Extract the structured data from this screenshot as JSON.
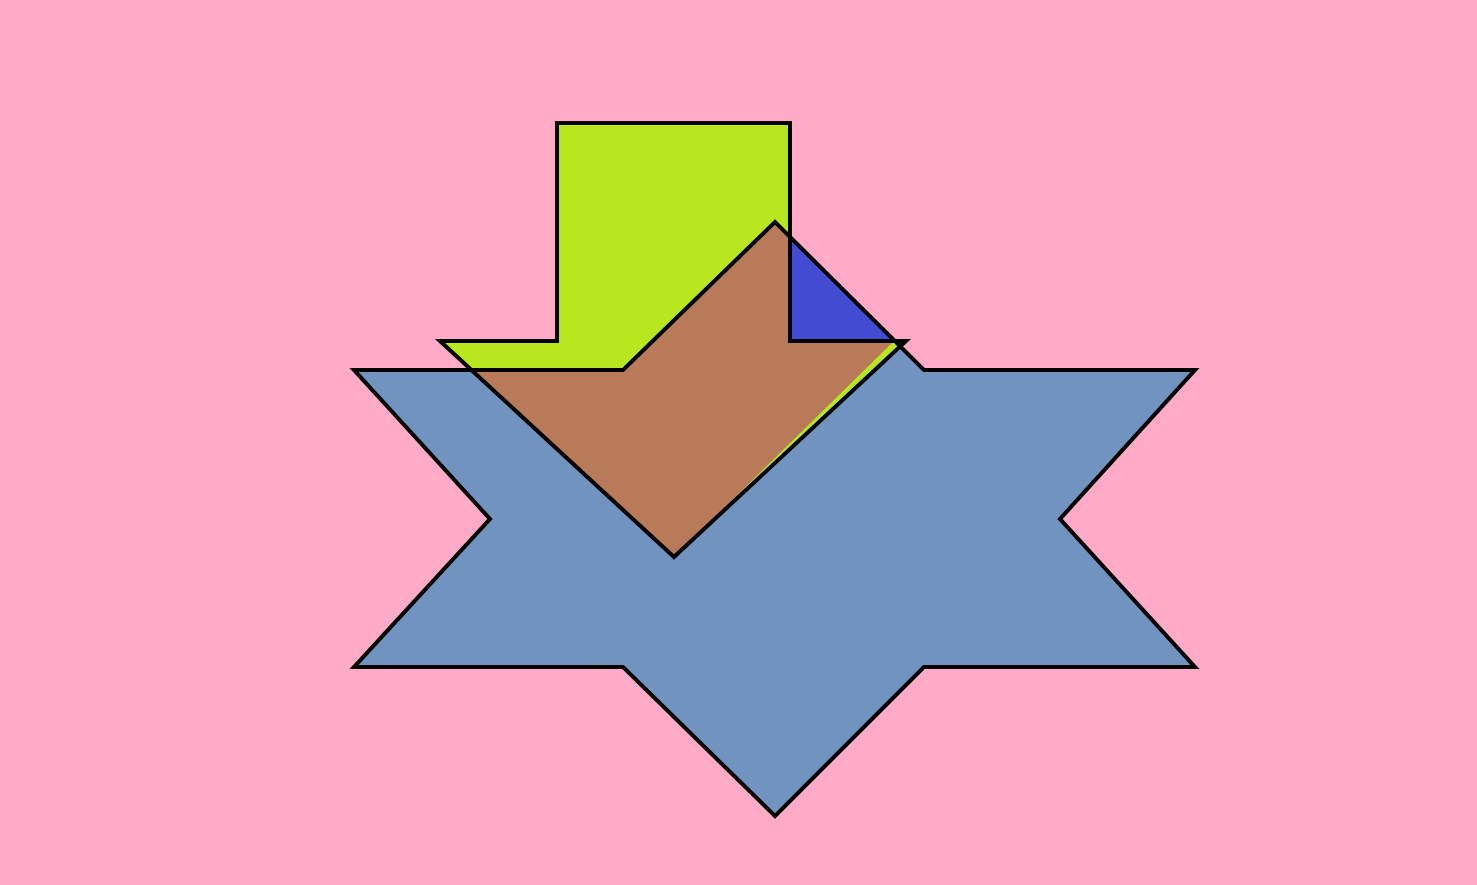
{
  "colors": {
    "background": "#ffabc8",
    "stroke": "#000000",
    "star": "#7193bf",
    "arrow": "#b8e61f",
    "overlap_star_arrow": "#b87a58",
    "overlap_arrow_blue": "#424bd1"
  },
  "shapes": [
    {
      "name": "star-shape",
      "type": "six-point-star",
      "color": "star"
    },
    {
      "name": "arrow-shape",
      "type": "down-arrow",
      "color": "arrow"
    },
    {
      "name": "overlap-diamond-shape",
      "type": "overlap-region",
      "color": "overlap_star_arrow"
    },
    {
      "name": "overlap-triangle-shape",
      "type": "overlap-region",
      "color": "overlap_arrow_blue"
    }
  ]
}
